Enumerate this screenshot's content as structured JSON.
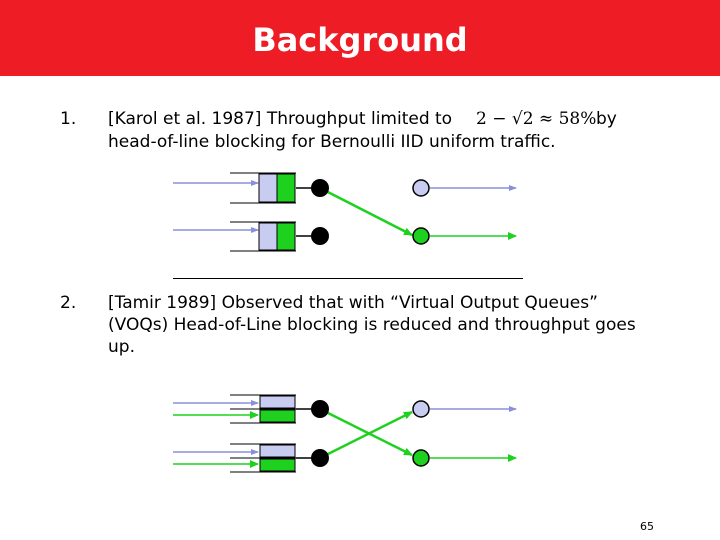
{
  "title": "Background",
  "item1": {
    "number": "1.",
    "line1": "[Karol et al. 1987] Throughput limited to",
    "formula": "2 − √2 ≈ 58%",
    "by": "by",
    "line2": "head-of-line blocking for Bernoulli IID uniform traffic."
  },
  "item2": {
    "number": "2.",
    "text": "[Tamir 1989] Observed that with “Virtual Output Queues” (VOQs) Head-of-Line blocking is reduced and throughput goes up."
  },
  "page_number": "65",
  "colors": {
    "title_bar": "#ee1c25",
    "queue_blue": "#c8ccf0",
    "queue_green": "#1fd11f",
    "arrow_gray": "#8a90d8",
    "line_green": "#1fd11f",
    "output_gray": "#c8ccf0"
  }
}
